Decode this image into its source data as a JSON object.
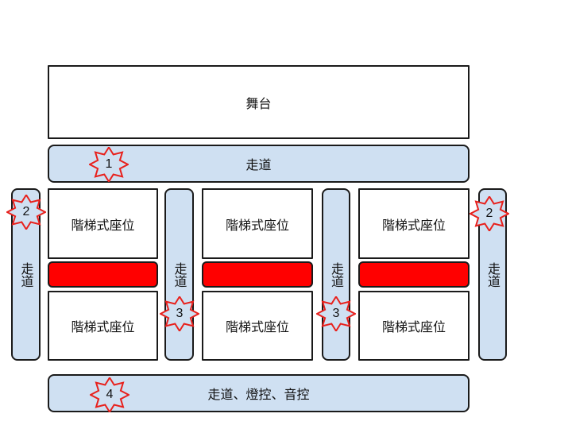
{
  "stage": {
    "label": "舞台"
  },
  "front_aisle": {
    "label": "走道"
  },
  "rear_aisle": {
    "label": "走道、燈控、音控"
  },
  "side_aisles": [
    {
      "label": "走道"
    },
    {
      "label": "走道"
    }
  ],
  "middle_aisles": [
    {
      "label": "走道"
    },
    {
      "label": "走道"
    }
  ],
  "seating_blocks": [
    {
      "label": "階梯式座位"
    },
    {
      "label": "階梯式座位"
    },
    {
      "label": "階梯式座位"
    },
    {
      "label": "階梯式座位"
    },
    {
      "label": "階梯式座位"
    },
    {
      "label": "階梯式座位"
    }
  ],
  "markers": [
    {
      "label": "1"
    },
    {
      "label": "2"
    },
    {
      "label": "2"
    },
    {
      "label": "3"
    },
    {
      "label": "3"
    },
    {
      "label": "4"
    }
  ],
  "colors": {
    "aisle": "#cfe0f2",
    "barrier": "#ff0000",
    "marker_stroke": "#e8201c"
  }
}
